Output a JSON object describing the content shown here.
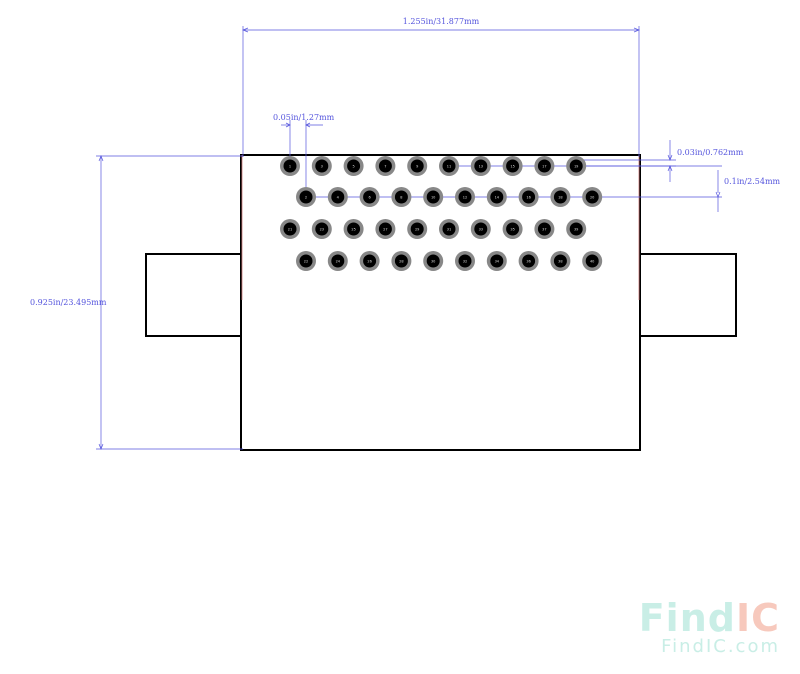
{
  "dimensions": {
    "width": "1.255in/31.877mm",
    "pitch_half": "0.05in/1.27mm",
    "row_offset": "0.03in/0.762mm",
    "row_pitch": "0.1in/2.54mm",
    "height": "0.925in/23.495mm"
  },
  "pin_rows": [
    {
      "labels": [
        "1",
        "3",
        "5",
        "7",
        "9",
        "11",
        "13",
        "15",
        "17",
        "19"
      ]
    },
    {
      "labels": [
        "2",
        "4",
        "6",
        "8",
        "10",
        "12",
        "14",
        "16",
        "18",
        "20"
      ]
    },
    {
      "labels": [
        "21",
        "23",
        "25",
        "27",
        "29",
        "31",
        "33",
        "35",
        "37",
        "39"
      ]
    },
    {
      "labels": [
        "22",
        "24",
        "26",
        "28",
        "30",
        "32",
        "34",
        "36",
        "38",
        "40"
      ]
    }
  ],
  "colors": {
    "outline": "#000000",
    "dimension": "#5555dd",
    "pad": "#888888",
    "hole": "#000000"
  },
  "watermark": {
    "logo_part1": "Find",
    "logo_part2": "IC",
    "url": "FindIC.com"
  }
}
